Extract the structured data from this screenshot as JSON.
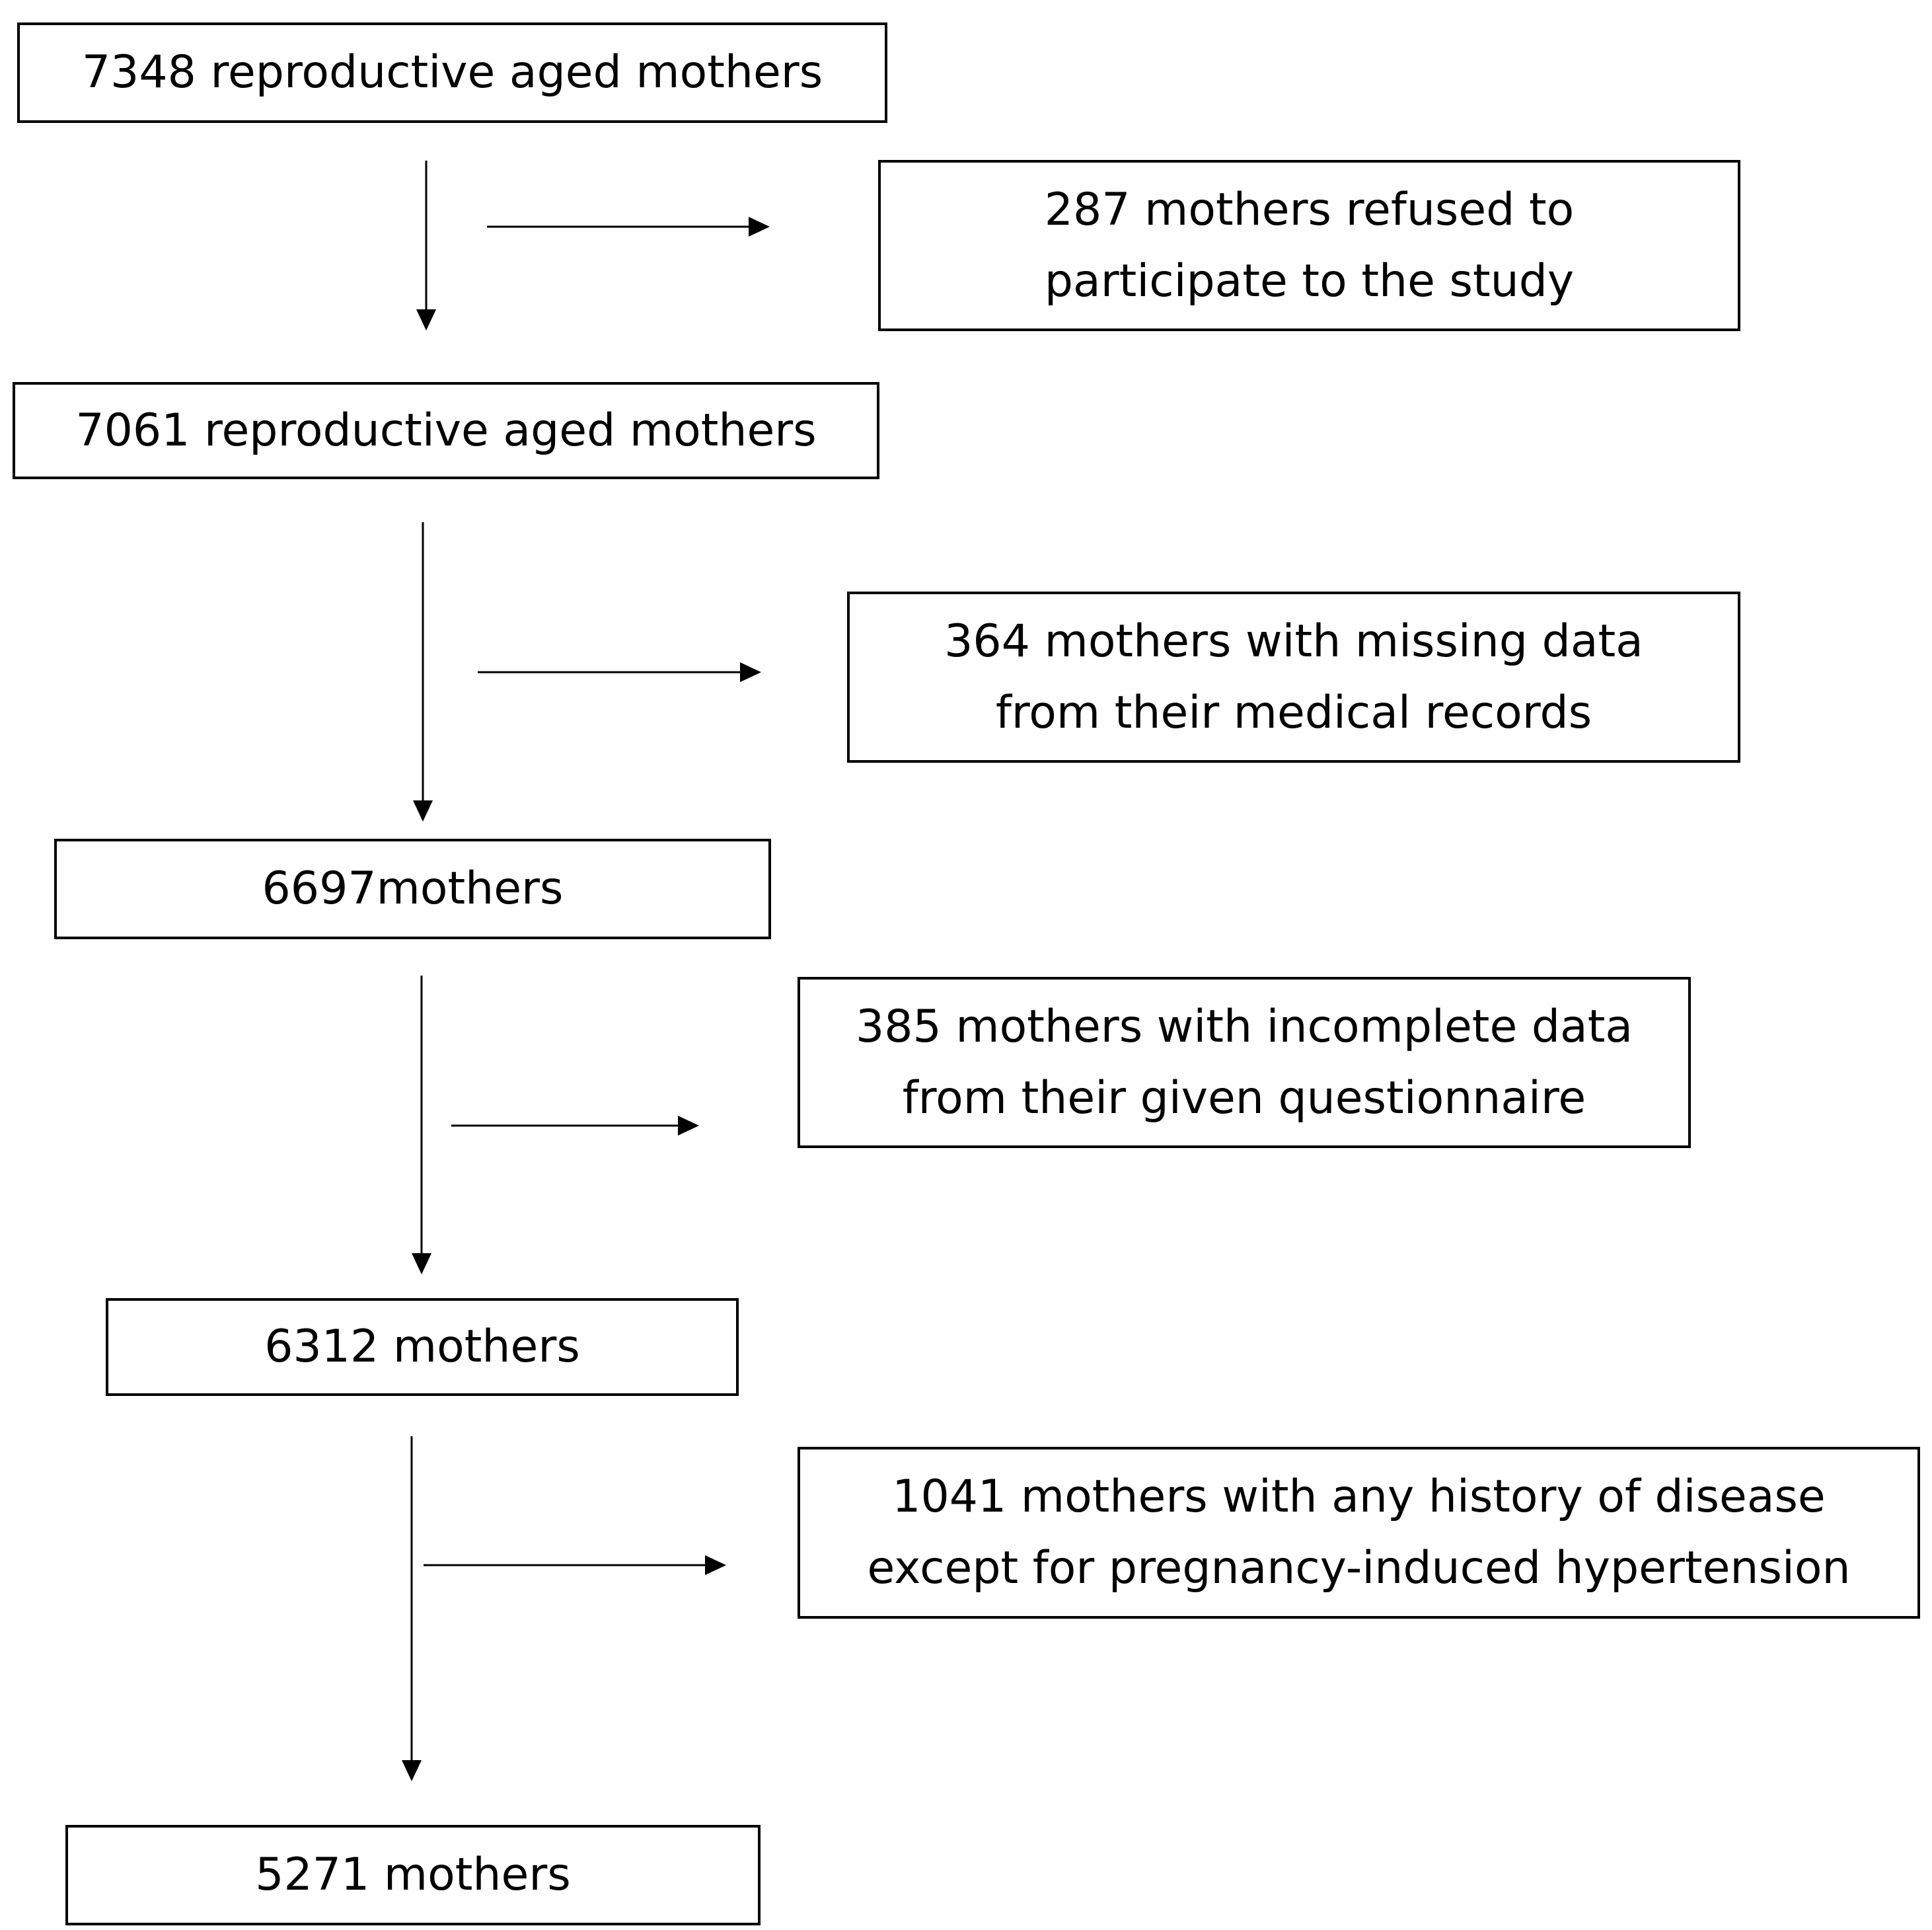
{
  "flowchart": {
    "main_boxes": [
      {
        "id": "box-1",
        "text": "7348 reproductive aged mothers"
      },
      {
        "id": "box-2",
        "text": "7061 reproductive aged mothers"
      },
      {
        "id": "box-3",
        "text": "6697mothers"
      },
      {
        "id": "box-4",
        "text": "6312 mothers"
      },
      {
        "id": "box-5",
        "text": "5271 mothers"
      }
    ],
    "exclusion_boxes": [
      {
        "id": "ex-1",
        "line1": "287 mothers refused to",
        "line2": "participate to the study"
      },
      {
        "id": "ex-2",
        "line1": "364 mothers with missing data",
        "line2": "from their medical records"
      },
      {
        "id": "ex-3",
        "line1": "385 mothers with incomplete data",
        "line2": "from their given questionnaire"
      },
      {
        "id": "ex-4",
        "line1": "1041 mothers with any history of disease",
        "line2": "except for pregnancy-induced hypertension"
      }
    ],
    "colors": {
      "line": "#000000",
      "background": "#ffffff"
    }
  }
}
